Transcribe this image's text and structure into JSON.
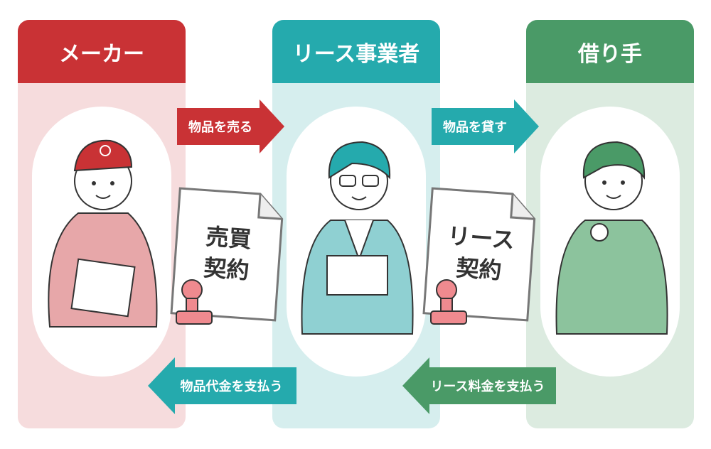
{
  "columns": [
    {
      "title": "メーカー",
      "color": "#c93235",
      "bg": "#f6dcdd"
    },
    {
      "title": "リース事業者",
      "color": "#25aaad",
      "bg": "#d6eeee"
    },
    {
      "title": "借り手",
      "color": "#4a9a67",
      "bg": "#dcebe0"
    }
  ],
  "arrows": {
    "sell": "物品を売る",
    "lend": "物品を貸す",
    "pay_goods": "物品代金を支払う",
    "pay_lease": "リース料金を支払う"
  },
  "documents": {
    "sales": {
      "line1": "売買",
      "line2": "契約"
    },
    "lease": {
      "line1": "リース",
      "line2": "契約"
    }
  }
}
